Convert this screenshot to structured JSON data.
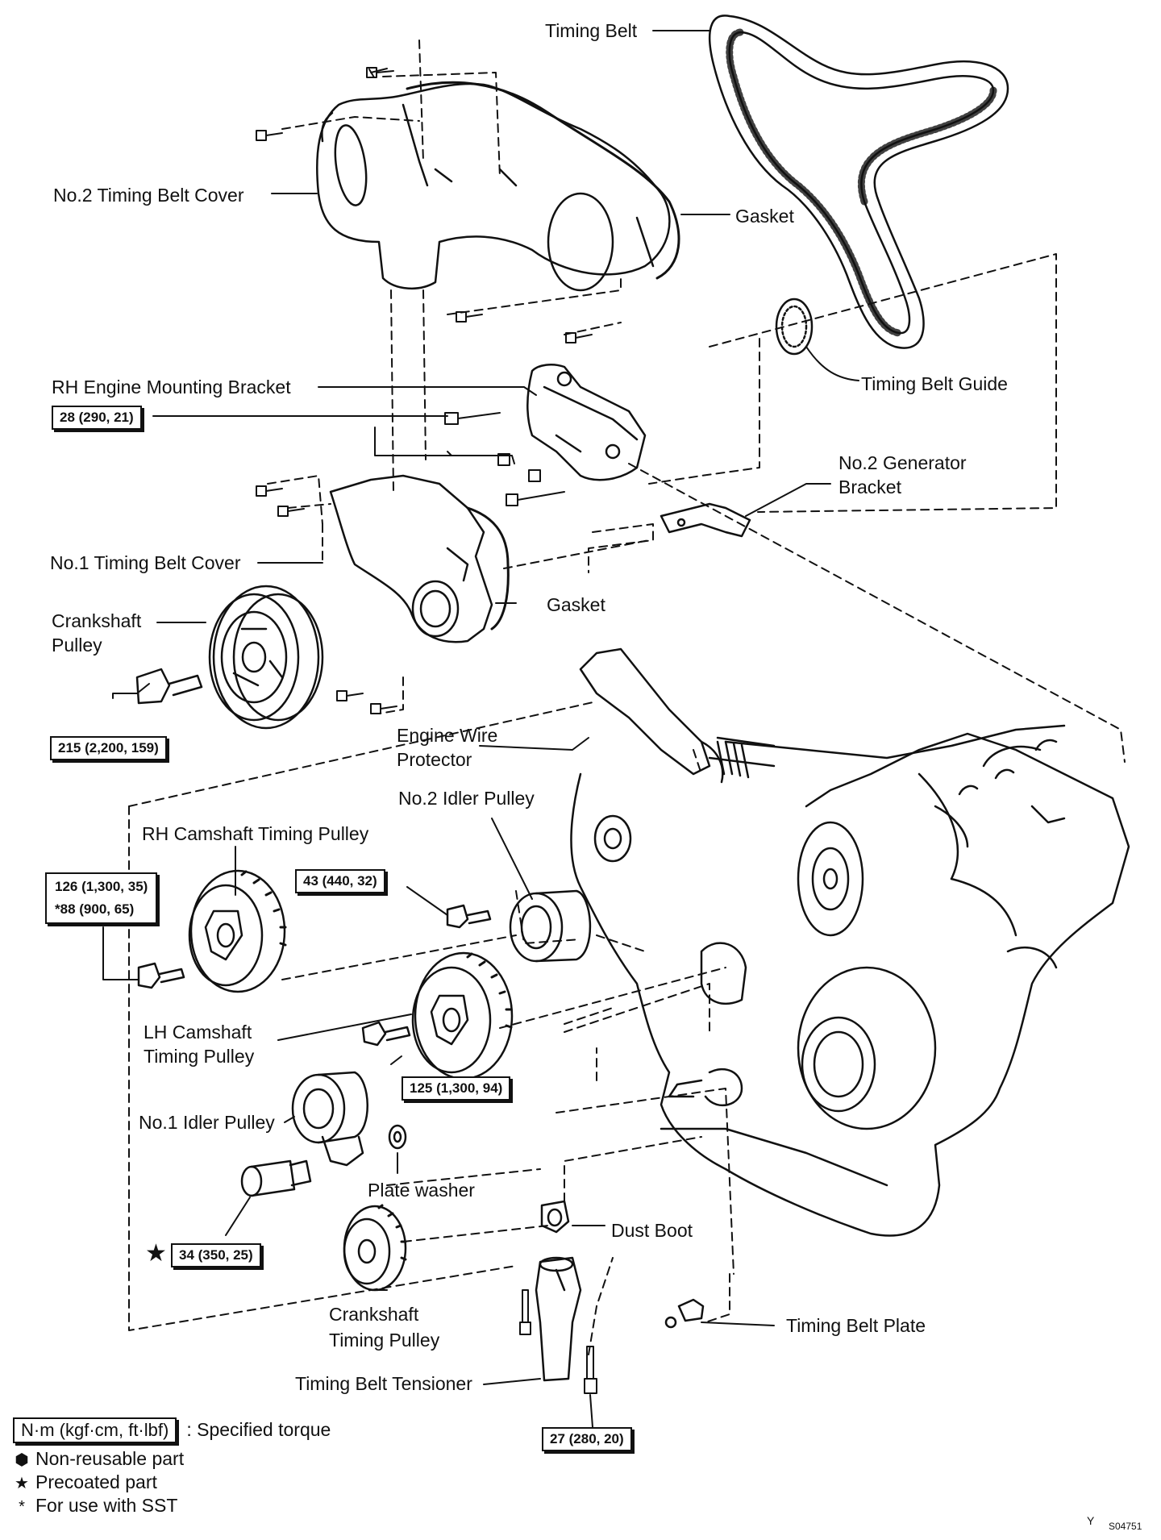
{
  "labels": {
    "timing_belt": "Timing Belt",
    "no2_cover": "No.2 Timing Belt Cover",
    "gasket_top": "Gasket",
    "rh_bracket": "RH Engine Mounting Bracket",
    "belt_guide": "Timing Belt Guide",
    "no2_gen_bracket_1": "No.2 Generator",
    "no2_gen_bracket_2": "Bracket",
    "no1_cover": "No.1 Timing Belt Cover",
    "gasket_mid": "Gasket",
    "crank_pulley_1": "Crankshaft",
    "crank_pulley_2": "Pulley",
    "wire_protector_1": "Engine Wire",
    "wire_protector_2": "Protector",
    "no2_idler": "No.2 Idler Pulley",
    "rh_cam": "RH Camshaft Timing Pulley",
    "lh_cam_1": "LH Camshaft",
    "lh_cam_2": "Timing Pulley",
    "no1_idler": "No.1 Idler Pulley",
    "plate_washer": "Plate washer",
    "dust_boot": "Dust Boot",
    "crank_timing_1": "Crankshaft",
    "crank_timing_2": "Timing Pulley",
    "belt_plate": "Timing Belt Plate",
    "tensioner": "Timing Belt Tensioner"
  },
  "torques": {
    "bracket": "28 (290, 21)",
    "crank_bolt": "215 (2,200, 159)",
    "rh_cam_1": "126 (1,300, 35)",
    "rh_cam_2": "*88 (900, 65)",
    "idler2": "43 (440, 32)",
    "lh_cam": "125 (1,300, 94)",
    "idler1": "34 (350, 25)",
    "tensioner": "27 (280, 20)"
  },
  "legend": {
    "torque_box": "N·m (kgf·cm, ft·lbf)",
    "torque_text": ": Specified torque",
    "non_reusable": "Non-reusable part",
    "precoated": "Precoated part",
    "sst": "For use with SST",
    "non_reusable_icon": "hexagon-bullet-icon",
    "precoated_icon": "star-icon",
    "sst_icon": "asterisk-icon"
  },
  "figure_code_1": "Y",
  "figure_code_2": "S04751"
}
